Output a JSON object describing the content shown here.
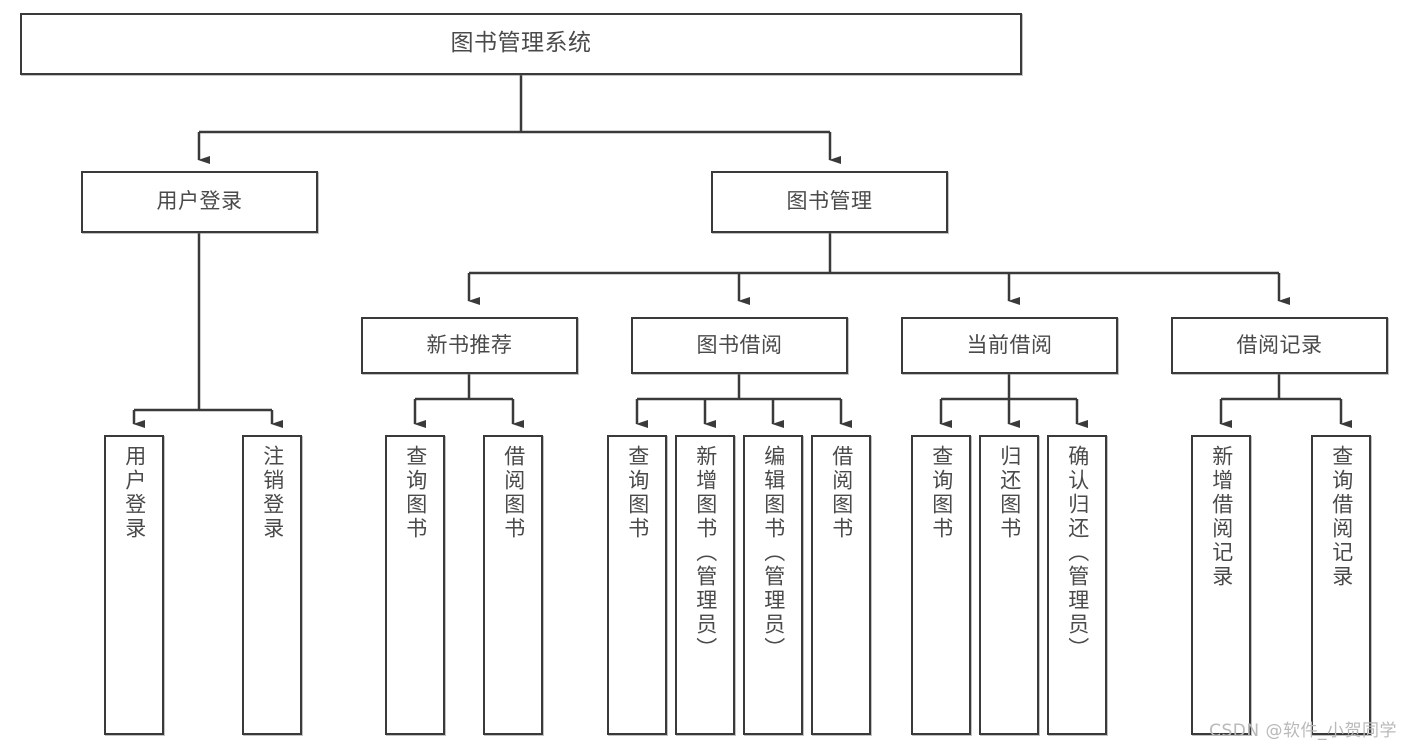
{
  "diagram": {
    "title": "图书管理系统",
    "type": "tree-hierarchy-chart",
    "watermark": "CSDN @软件_小贺同学",
    "colors": {
      "box_border": "#3a3a3a",
      "box_fill": "#ffffff",
      "text": "#4a4a4a",
      "edge": "#3a3a3a",
      "watermark": "#b9b9b9",
      "background": "#ffffff"
    },
    "nodes": {
      "root": {
        "label": "图书管理系统"
      },
      "level2": [
        {
          "id": "user-login",
          "label": "用户登录"
        },
        {
          "id": "book-manage",
          "label": "图书管理"
        }
      ],
      "level3": [
        {
          "id": "new-book-recommend",
          "label": "新书推荐"
        },
        {
          "id": "book-borrow",
          "label": "图书借阅"
        },
        {
          "id": "current-borrow",
          "label": "当前借阅"
        },
        {
          "id": "borrow-record",
          "label": "借阅记录"
        }
      ],
      "leaves": [
        {
          "id": "leaf-user-login",
          "parent": "user-login",
          "label": "用户登录"
        },
        {
          "id": "leaf-logout-login",
          "parent": "user-login",
          "label": "注销登录"
        },
        {
          "id": "leaf-query-book-1",
          "parent": "new-book-recommend",
          "label": "查询图书"
        },
        {
          "id": "leaf-borrow-book-1",
          "parent": "new-book-recommend",
          "label": "借阅图书"
        },
        {
          "id": "leaf-query-book-2",
          "parent": "book-borrow",
          "label": "查询图书"
        },
        {
          "id": "leaf-add-book",
          "parent": "book-borrow",
          "label": "新增图书（管理员）"
        },
        {
          "id": "leaf-edit-book",
          "parent": "book-borrow",
          "label": "编辑图书（管理员）"
        },
        {
          "id": "leaf-borrow-book-2",
          "parent": "book-borrow",
          "label": "借阅图书"
        },
        {
          "id": "leaf-query-book-3",
          "parent": "current-borrow",
          "label": "查询图书"
        },
        {
          "id": "leaf-return-book",
          "parent": "current-borrow",
          "label": "归还图书"
        },
        {
          "id": "leaf-confirm-return",
          "parent": "current-borrow",
          "label": "确认归还（管理员）"
        },
        {
          "id": "leaf-add-record",
          "parent": "borrow-record",
          "label": "新增借阅记录"
        },
        {
          "id": "leaf-query-record",
          "parent": "borrow-record",
          "label": "查询借阅记录"
        }
      ]
    }
  }
}
